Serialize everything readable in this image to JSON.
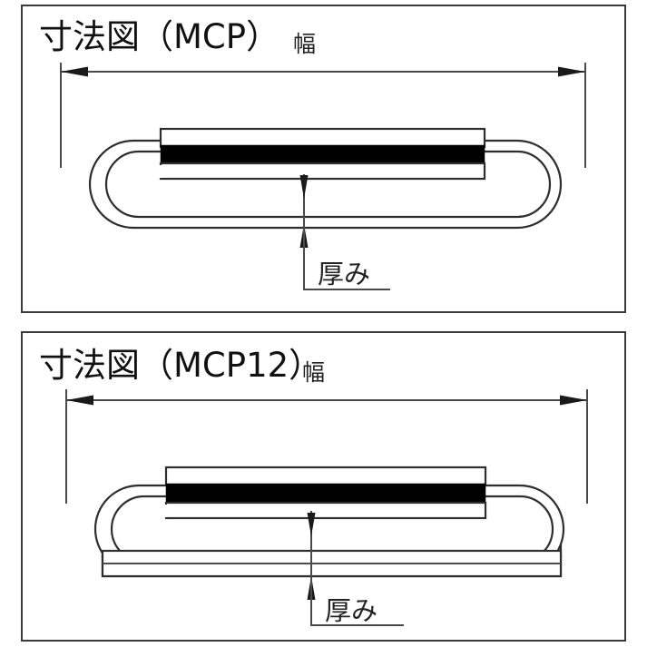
{
  "document": {
    "type": "technical-dimension-drawing",
    "language": "ja",
    "background_color": "#ffffff",
    "line_color": "#3c3c3c",
    "fill_color": "#000000",
    "panel_border_color": "#3a3a3a"
  },
  "panels": [
    {
      "id": "mcp",
      "title": "寸法図（MCP）",
      "width_label": "幅",
      "thickness_label": "厚み",
      "product_code": "MCP"
    },
    {
      "id": "mcp12",
      "title": "寸法図（MCP12）",
      "width_label": "幅",
      "thickness_label": "厚み",
      "product_code": "MCP12"
    }
  ],
  "chart_data": {
    "type": "diagram",
    "title": "寸法図 (Dimension drawings)",
    "figures": [
      {
        "name": "寸法図（MCP）",
        "dimensions_shown": [
          "幅",
          "厚み"
        ],
        "view": "side elevation of magnet clip",
        "features": [
          "outer stadium loop",
          "inner parallel loop",
          "black magnet bar",
          "width dimension line with double arrows",
          "thickness dimension with opposing arrows and leader"
        ]
      },
      {
        "name": "寸法図（MCP12）",
        "dimensions_shown": [
          "幅",
          "厚み"
        ],
        "view": "side elevation of magnet clip with base plate",
        "features": [
          "outer stadium loop",
          "inner parallel loop",
          "black magnet bar",
          "two stacked base layers",
          "width dimension line with double arrows",
          "thickness dimension with opposing arrows and leader"
        ]
      }
    ]
  }
}
